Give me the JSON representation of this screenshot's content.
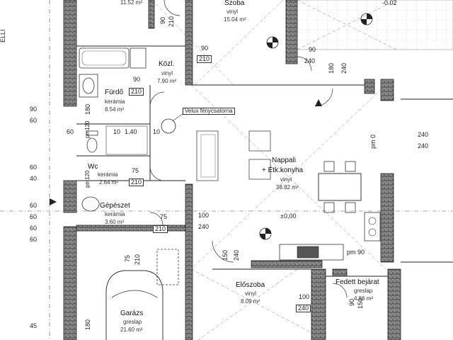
{
  "rooms": {
    "szoba_top_left": {
      "area": "11.52 m²"
    },
    "szoba": {
      "name": "Szoba",
      "floor": "vinyl",
      "area": "15.04 m²"
    },
    "kozl": {
      "name": "Közl.",
      "floor": "vinyl",
      "area": "7.90 m²"
    },
    "furdo": {
      "name": "Fürdő",
      "floor": "kerámia",
      "area": "8.54 m²"
    },
    "wc": {
      "name": "Wc",
      "floor": "kerámia",
      "area": "2.64 m²"
    },
    "gepeszet": {
      "name": "Gépészet",
      "floor": "kerámia",
      "area": "3.60 m²"
    },
    "nappali": {
      "name": "Nappali",
      "name2": "+ Étk.konyha",
      "floor": "vinyl",
      "area": "38.82 m²"
    },
    "eloszoba": {
      "name": "Előszoba",
      "floor": "vinyl",
      "area": "8.09 m²"
    },
    "fedett_bejarat": {
      "name": "Fedett bejárat",
      "floor": "greslap",
      "area": "4.86 m²"
    },
    "garazs": {
      "name": "Garázs",
      "floor": "greslap",
      "area": "21.60 m²"
    }
  },
  "labels": {
    "velux": "Velux fénycsatorna",
    "level_zero": "±0,00",
    "level_top": "-0.02",
    "pm0": "pm 0",
    "pm90": "pm 90",
    "pm120_a": "pm120",
    "pm120_b": "pm120",
    "edge_letters": "ELLI"
  },
  "dims": {
    "d90_top": "90",
    "d210_top": "210",
    "d90_kozl": "90",
    "d210_kozl": "210",
    "d90_right": "90",
    "d240_right": "240",
    "d180_right": "180",
    "d240_vert": "240",
    "d90_furdo": "90",
    "d210_furdo": "210",
    "d180_furdo": "180",
    "d90_left1": "90",
    "d60_left1": "60",
    "d60_mid": "60",
    "d140": "1.40",
    "d10a": "10",
    "d10b": "10",
    "d60_left2": "60",
    "d40_left2": "40",
    "d75_wc": "75",
    "d210_wc": "210",
    "d60_left3": "60",
    "d60_left4": "60",
    "d60_left5": "60",
    "d60_left6": "60",
    "d75_gep": "75",
    "d210_gep": "210",
    "d100_mid": "100",
    "d240_mid": "240",
    "d240_r1": "240",
    "d240_r2": "240",
    "d150_a": "150",
    "d240_b": "240",
    "d75_gar": "75",
    "d210_gar": "210",
    "d100_elo": "100",
    "d240_elo": "240",
    "d90_fed": "90",
    "d150_fed": "150",
    "d180_gar": "180",
    "d45_left": "45"
  }
}
